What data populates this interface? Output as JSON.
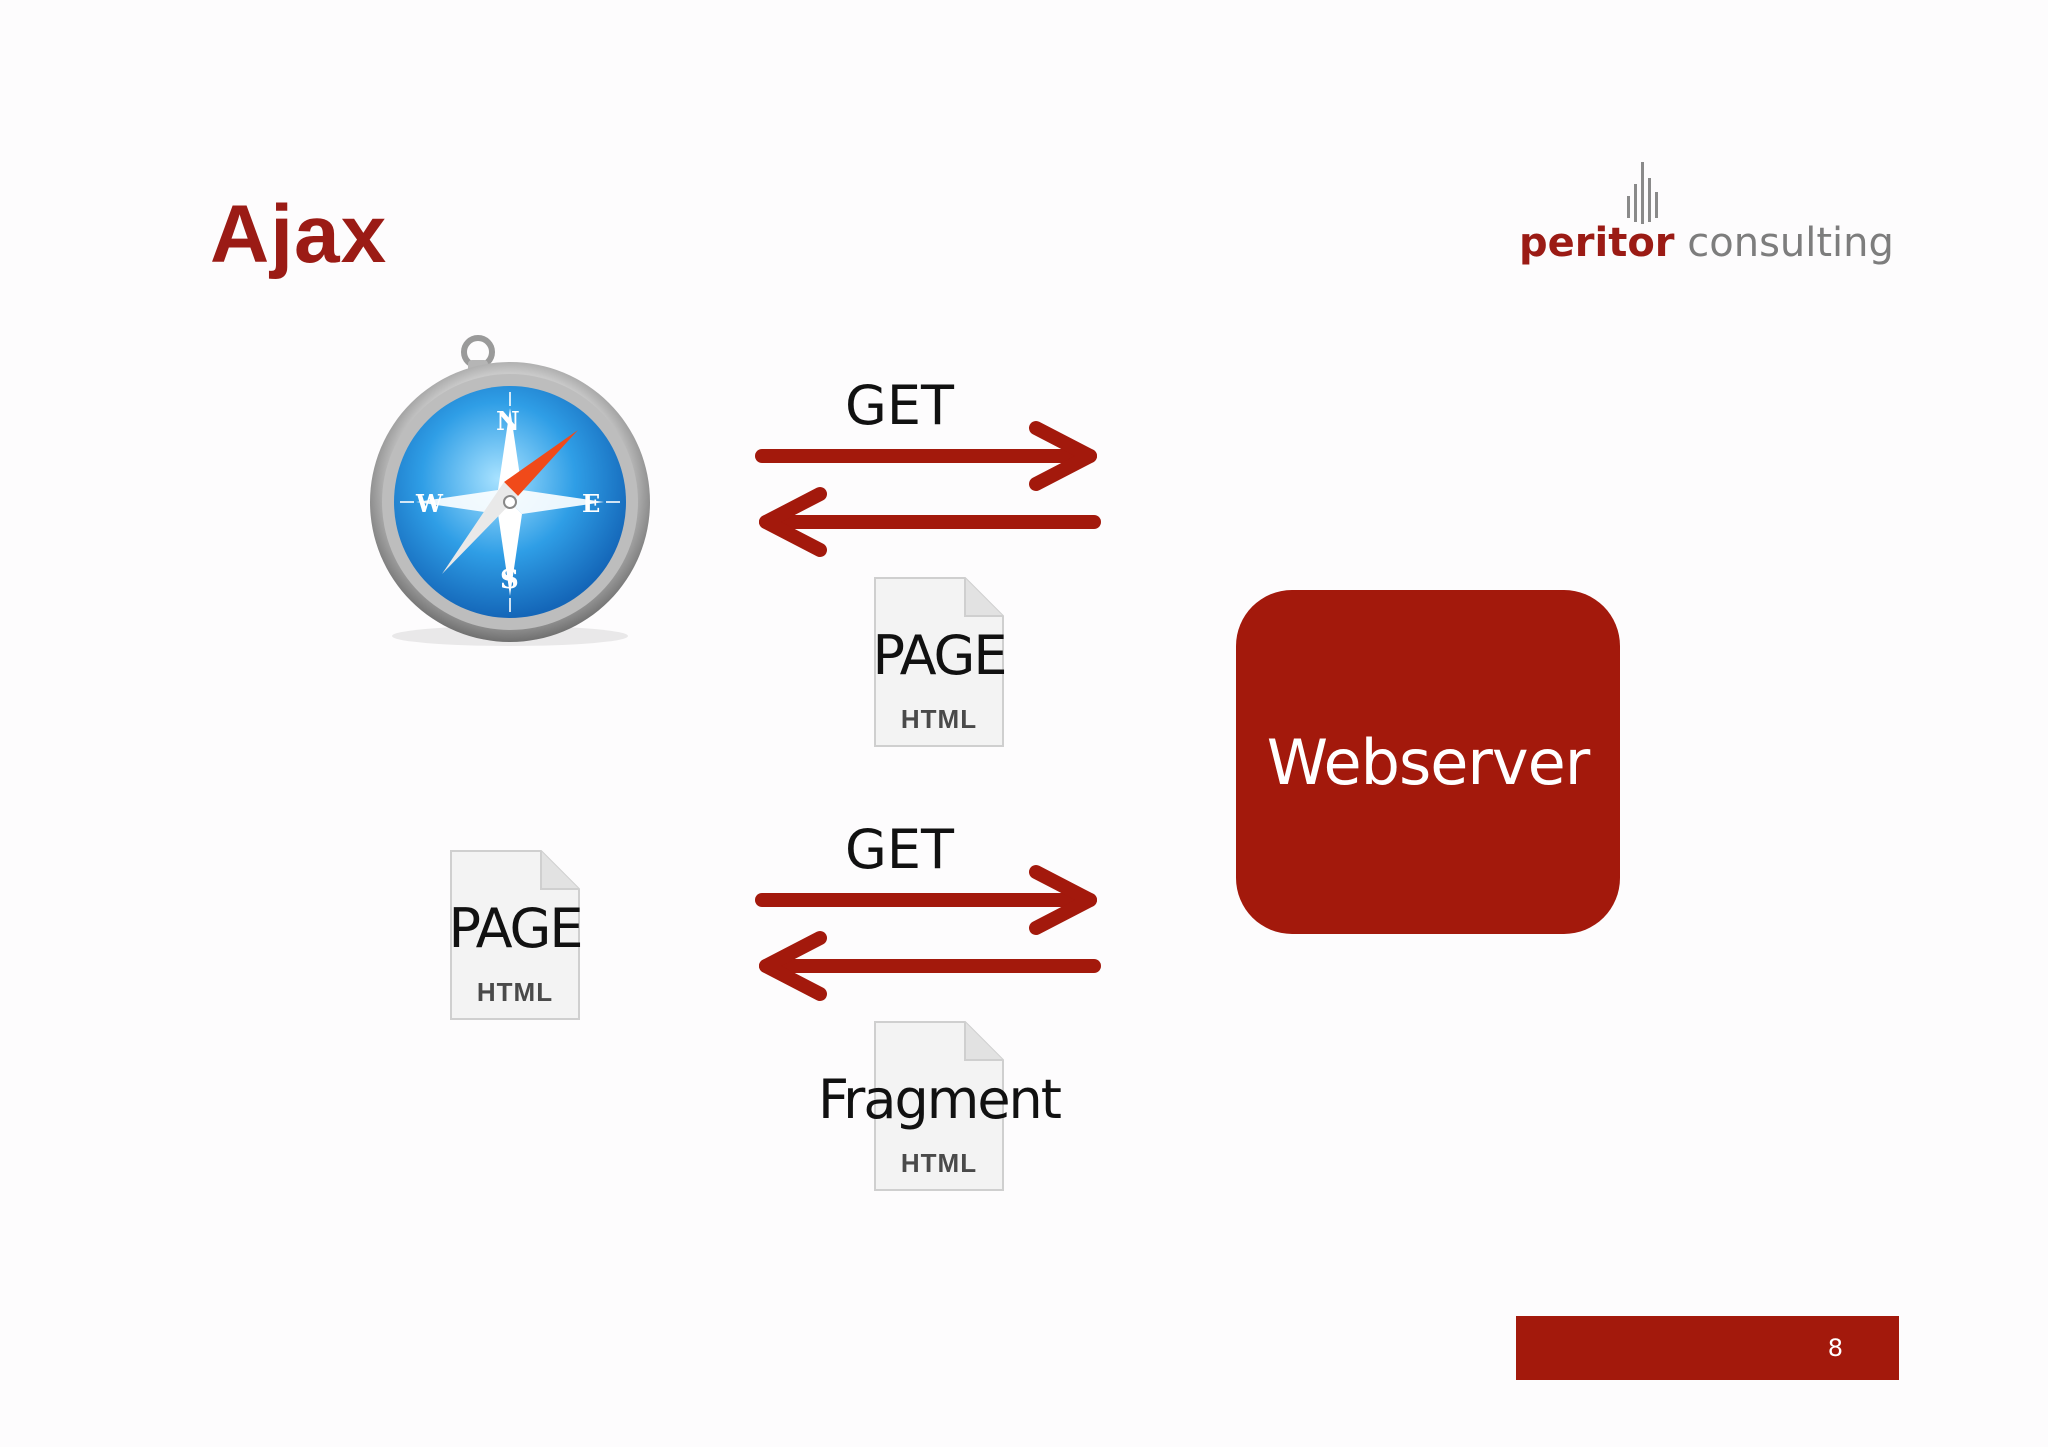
{
  "slide": {
    "title": "Ajax",
    "page_number": "8"
  },
  "logo": {
    "brand_part1": "peritor",
    "brand_part2": "consulting"
  },
  "diagram": {
    "request1_label": "GET",
    "response1_doc": {
      "title": "PAGE",
      "type": "HTML"
    },
    "client_doc": {
      "title": "PAGE",
      "type": "HTML"
    },
    "request2_label": "GET",
    "response2_doc": {
      "title": "Fragment",
      "type": "HTML"
    },
    "server_label": "Webserver"
  },
  "colors": {
    "accent": "#a3190c",
    "title": "#9b1b15",
    "arrow": "#a3190c"
  },
  "icons": [
    "browser-compass-icon",
    "document-icon",
    "arrow-right-icon",
    "arrow-left-icon",
    "logo-bars-icon"
  ]
}
